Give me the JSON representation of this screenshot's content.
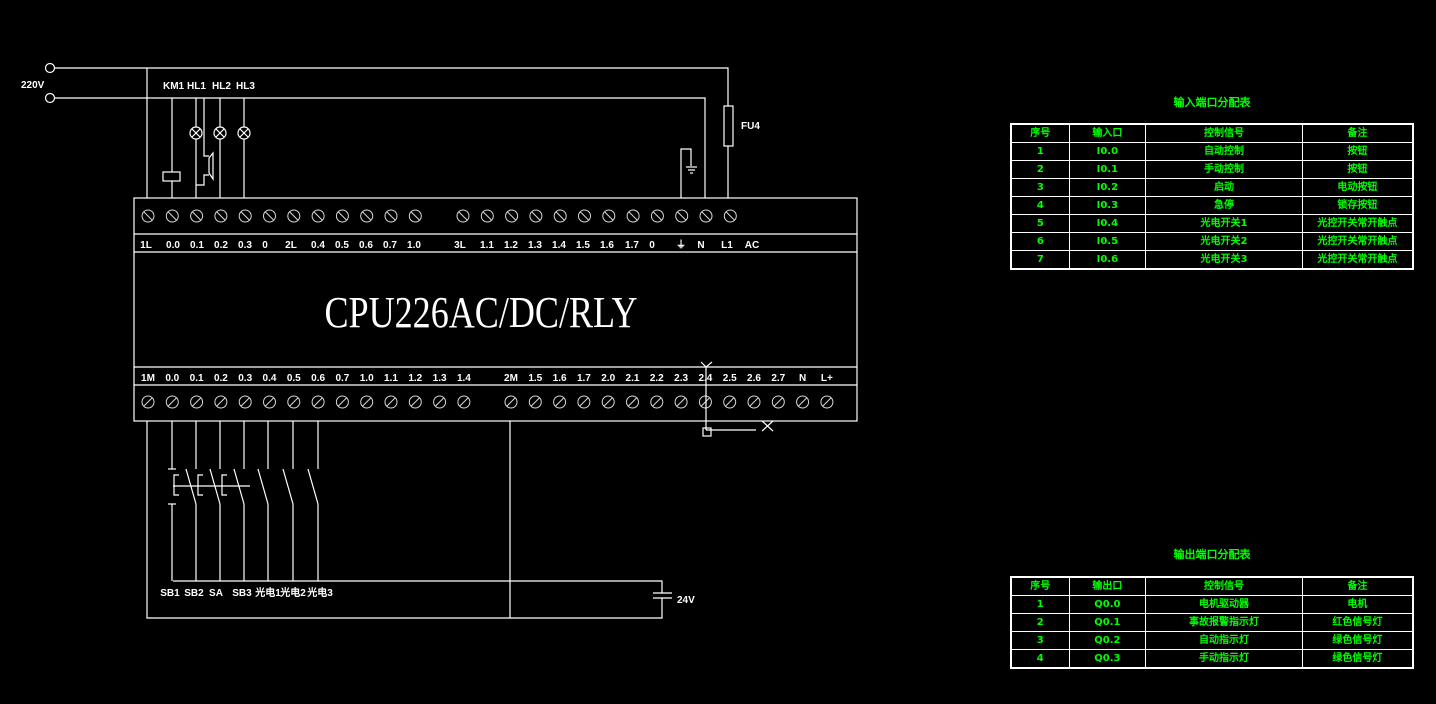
{
  "diagram": {
    "supply_label": "220V",
    "top_loads": [
      "KM1",
      "HL1",
      "HL2",
      "HL3"
    ],
    "fuse_label": "FU4",
    "plc_model": "CPU226AC/DC/RLY",
    "top_terminals": [
      "1L",
      "0.0",
      "0.1",
      "0.2",
      "0.3",
      "0",
      "2L",
      "0.4",
      "0.5",
      "0.6",
      "0.7",
      "1.0",
      "3L",
      "1.1",
      "1.2",
      "1.3",
      "1.4",
      "1.5",
      "1.6",
      "1.7",
      "0",
      "⏚",
      "N",
      "L1",
      "AC"
    ],
    "bottom_terminals": [
      "1M",
      "0.0",
      "0.1",
      "0.2",
      "0.3",
      "0.4",
      "0.5",
      "0.6",
      "0.7",
      "1.0",
      "1.1",
      "1.2",
      "1.3",
      "1.4",
      "2M",
      "1.5",
      "1.6",
      "1.7",
      "2.0",
      "2.1",
      "2.2",
      "2.3",
      "2.4",
      "2.5",
      "2.6",
      "2.7",
      "N",
      "L+"
    ],
    "input_devices": [
      "SB1",
      "SB2",
      "SA",
      "SB3",
      "光电1",
      "光电2",
      "光电3"
    ],
    "dc_supply_label": "24V"
  },
  "input_table": {
    "title": "输入端口分配表",
    "headers": [
      "序号",
      "输入口",
      "控制信号",
      "备注"
    ],
    "rows": [
      [
        "1",
        "I0.0",
        "自动控制",
        "按钮"
      ],
      [
        "2",
        "I0.1",
        "手动控制",
        "按钮"
      ],
      [
        "3",
        "I0.2",
        "启动",
        "电动按钮"
      ],
      [
        "4",
        "I0.3",
        "急停",
        "锁存按钮"
      ],
      [
        "5",
        "I0.4",
        "光电开关1",
        "光控开关常开触点"
      ],
      [
        "6",
        "I0.5",
        "光电开关2",
        "光控开关常开触点"
      ],
      [
        "7",
        "I0.6",
        "光电开关3",
        "光控开关常开触点"
      ]
    ]
  },
  "output_table": {
    "title": "输出端口分配表",
    "headers": [
      "序号",
      "输出口",
      "控制信号",
      "备注"
    ],
    "rows": [
      [
        "1",
        "Q0.0",
        "电机驱动器",
        "电机"
      ],
      [
        "2",
        "Q0.1",
        "事故报警指示灯",
        "红色信号灯"
      ],
      [
        "3",
        "Q0.2",
        "自动指示灯",
        "绿色信号灯"
      ],
      [
        "4",
        "Q0.3",
        "手动指示灯",
        "绿色信号灯"
      ]
    ]
  }
}
